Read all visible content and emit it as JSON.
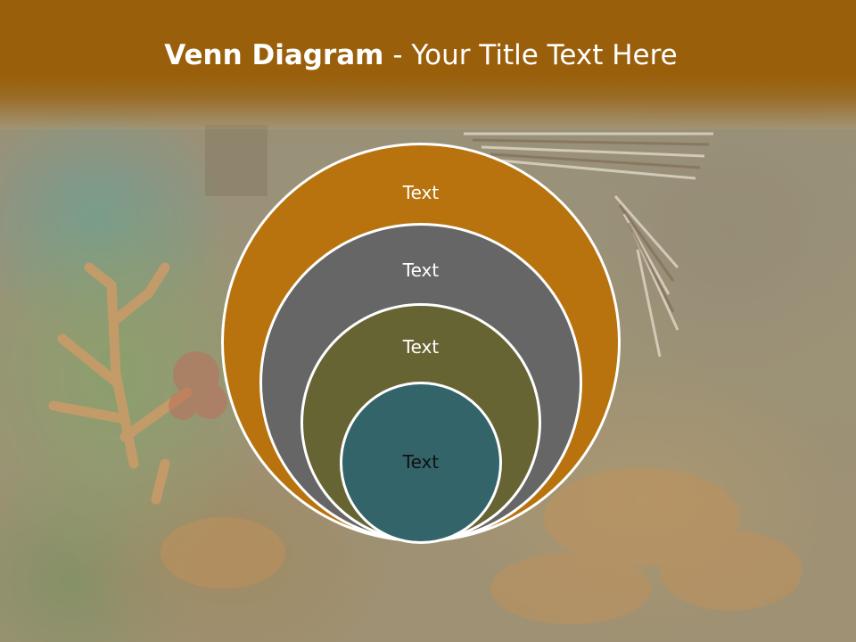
{
  "slide": {
    "title_bold": "Venn Diagram",
    "title_rest": " - Your Title Text Here",
    "background": "underwater coral reef photo with lionfish",
    "header_color": "#9a5f0a"
  },
  "venn": {
    "circles": [
      {
        "label": "Text",
        "color": "#b8730e"
      },
      {
        "label": "Text",
        "color": "#666666"
      },
      {
        "label": "Text",
        "color": "#676433"
      },
      {
        "label": "Text",
        "color": "#32646a"
      }
    ]
  }
}
